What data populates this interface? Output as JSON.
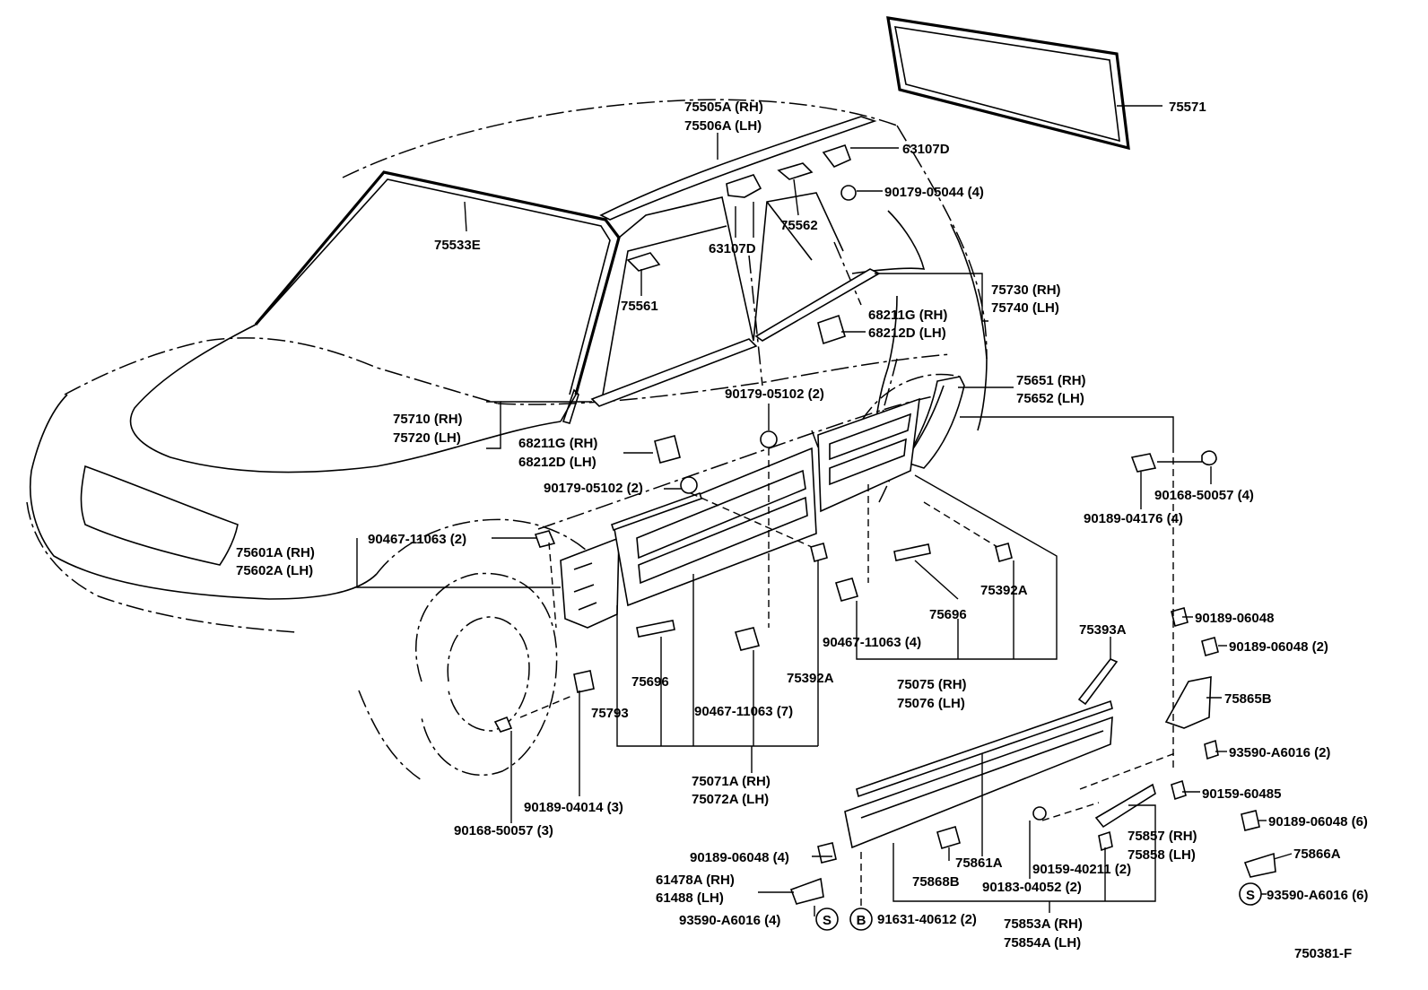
{
  "diagram_id": "750381-F",
  "callouts": {
    "c75571": "75571",
    "c75505A": "75505A (RH)",
    "c75506A": "75506A (LH)",
    "c63107D_top": "63107D",
    "c90179_05044": "90179-05044 (4)",
    "c75562": "75562",
    "c63107D_mid": "63107D",
    "c75533E": "75533E",
    "c75561": "75561",
    "c75730": "75730 (RH)",
    "c75740": "75740 (LH)",
    "c68211G_a": "68211G (RH)",
    "c68212D_a": "68212D (LH)",
    "c75651": "75651 (RH)",
    "c75652": "75652 (LH)",
    "c90179_05102_a": "90179-05102 (2)",
    "c75710": "75710 (RH)",
    "c75720": "75720 (LH)",
    "c68211G_b": "68211G (RH)",
    "c68212D_b": "68212D (LH)",
    "c90179_05102_b": "90179-05102 (2)",
    "c90168_50057_a": "90168-50057 (4)",
    "c90189_04176": "90189-04176 (4)",
    "c75601A": "75601A (RH)",
    "c75602A": "75602A (LH)",
    "c90467_11063_a": "90467-11063 (2)",
    "c75696_a": "75696",
    "c75392A_a": "75392A",
    "c90467_11063_b": "90467-11063 (4)",
    "c75075": "75075 (RH)",
    "c75076": "75076 (LH)",
    "c90189_06048_a": "90189-06048",
    "c90189_06048_b": "90189-06048 (2)",
    "c75393A": "75393A",
    "c75865B": "75865B",
    "c93590_A6016_a": "93590-A6016 (2)",
    "c90159_60485": "90159-60485",
    "c75696_b": "75696",
    "c75392A_b": "75392A",
    "c75793": "75793",
    "c90467_11063_c": "90467-11063 (7)",
    "c75071A": "75071A (RH)",
    "c75072A": "75072A (LH)",
    "c90189_04014": "90189-04014 (3)",
    "c90168_50057_b": "90168-50057 (3)",
    "c90189_06048_c": "90189-06048 (6)",
    "c75866A": "75866A",
    "c93590_A6016_b": "93590-A6016 (6)",
    "c75857": "75857 (RH)",
    "c75858": "75858 (LH)",
    "c75861A": "75861A",
    "c90159_40211": "90159-40211 (2)",
    "c90183_04052": "90183-04052 (2)",
    "c75868B": "75868B",
    "c90189_06048_d": "90189-06048 (4)",
    "c61478A": "61478A (RH)",
    "c61488": "61488    (LH)",
    "c93590_A6016_c": "93590-A6016 (4)",
    "c91631_40612": "91631-40612 (2)",
    "c75853A": "75853A (RH)",
    "c75854A": "75854A (LH)"
  },
  "circle_markers": {
    "s_right": "S",
    "s_left": "S",
    "b_mark": "B"
  }
}
